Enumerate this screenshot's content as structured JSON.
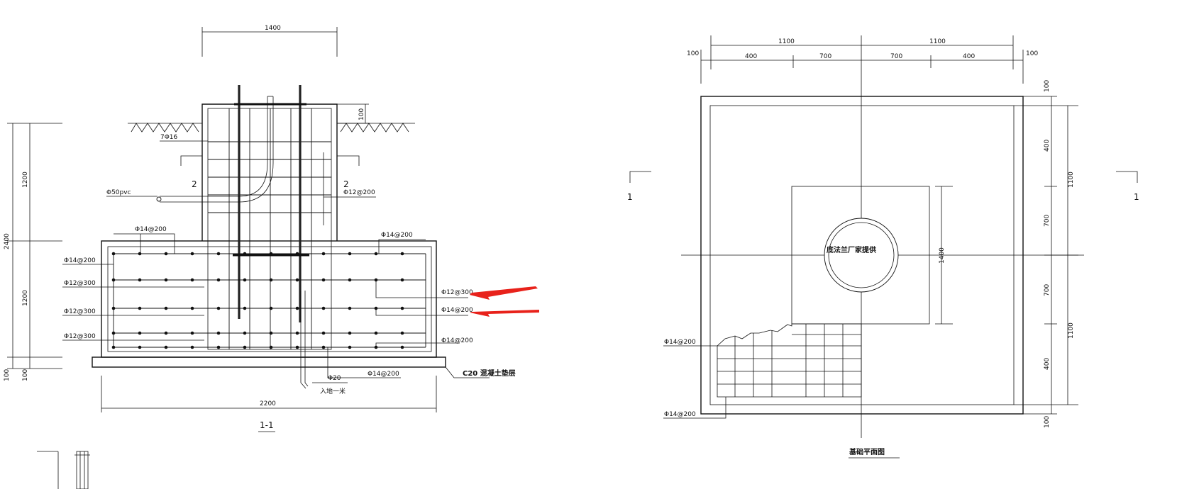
{
  "section": {
    "title": "1-1",
    "dims": {
      "top_width": "1400",
      "base_width": "2200",
      "total_height": "2400",
      "upper_height": "1200",
      "lower_height": "1200",
      "pad_top": "100",
      "pad_bottom_a": "100",
      "pad_bottom_b": "100"
    },
    "section_marks": [
      "2",
      "2"
    ],
    "labels": {
      "stirrup": "7Φ16",
      "pvc": "Φ50pvc",
      "column_bar": "Φ12@200",
      "slab_top_left": "Φ14@200",
      "slab_top_right": "Φ14@200",
      "left_row1": "Φ14@200",
      "left_row2": "Φ12@300",
      "left_row3": "Φ12@300",
      "left_row4": "Φ12@300",
      "right_row1": "Φ12@300",
      "right_row2": "Φ14@200",
      "right_row3": "Φ14@200",
      "bottom_bar": "Φ14@200",
      "ground_rod_dia": "Φ20",
      "ground_rod_note": "入地一米",
      "cushion": "C20  混凝土垫层"
    }
  },
  "plan": {
    "title": "基础平面图",
    "top_dims_row1": [
      "1100",
      "1100"
    ],
    "top_dims_row2": [
      "400",
      "700",
      "700",
      "400"
    ],
    "side_extra": [
      "100",
      "100"
    ],
    "right_dims_inner": [
      "100",
      "400",
      "700",
      "700",
      "400",
      "100"
    ],
    "right_dims_outer": [
      "1100",
      "1100"
    ],
    "column_dim": "1400",
    "center_note": "底法兰厂家提供",
    "rebar_top": "Φ14@200",
    "rebar_bottom": "Φ14@200",
    "cut_marks": [
      "1",
      "1"
    ]
  },
  "colors": {
    "line": "#111111",
    "arrow": "#e8221b"
  }
}
